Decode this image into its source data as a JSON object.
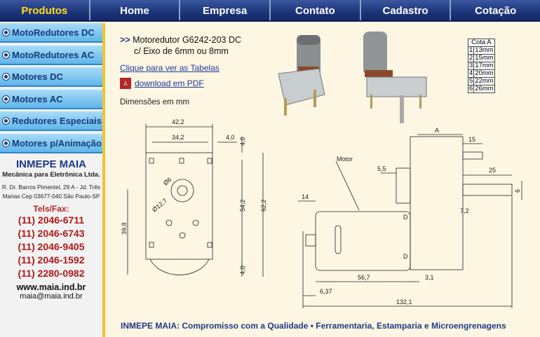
{
  "nav": [
    "Produtos",
    "Home",
    "Empresa",
    "Contato",
    "Cadastro",
    "Cotação"
  ],
  "sidebar": [
    "MotoRedutores DC",
    "MotoRedutores AC",
    "Motores DC",
    "Motores AC",
    "Redutores Especiais",
    "Motores p/Animação"
  ],
  "company": {
    "name": "INMEPE MAIA",
    "sub": "Mecânica para Eletrônica Ltda.",
    "addr1": "R. Dr. Barros Pimentel, 29 A - Jd. Três",
    "addr2": "Marias  Cep 03677-040  São Paulo-SP",
    "tels_label": "Tels/Fax:",
    "tels": [
      "(11) 2046-6711",
      "(11) 2046-6743",
      "(11) 2046-9405",
      "(11) 2046-1592",
      "(11) 2280-0982"
    ],
    "web": "www.maia.ind.br",
    "email": "maia@maia.ind.br"
  },
  "product": {
    "arrow": ">>",
    "title1": "Motoredutor G6242-203 DC",
    "title2": "c/ Eixo de 6mm ou 8mm",
    "tables_link": "Clique para ver as Tabelas",
    "pdf_link": "download em PDF",
    "dimensions": "Dimensões em mm"
  },
  "cota": {
    "header": "Cota A",
    "rows": [
      [
        "1",
        "13mm"
      ],
      [
        "2",
        "15mm"
      ],
      [
        "3",
        "17mm"
      ],
      [
        "4",
        "20mm"
      ],
      [
        "5",
        "22mm"
      ],
      [
        "6",
        "26mm"
      ]
    ]
  },
  "drawing": {
    "d1": "42,2",
    "d2": "34,2",
    "d3": "4,0",
    "d4": "4,0",
    "d5": "Ø6",
    "d6": "Ø12,7",
    "d7": "39,8",
    "d8": "54,2",
    "d9": "62,2",
    "d10": "4,0",
    "r1": "A",
    "r2": "15",
    "r3": "Motor",
    "r4": "5,5",
    "r5": "25",
    "r6": "6",
    "r7": "14",
    "r8": "7,2",
    "r9": "D",
    "r10": "D",
    "r11": "56,7",
    "r12": "3,1",
    "r13": "6,37",
    "r14": "132,1"
  },
  "footer": "INMEPE MAIA: Compromisso com a Qualidade • Ferramentaria, Estamparia e Microengrenagens"
}
